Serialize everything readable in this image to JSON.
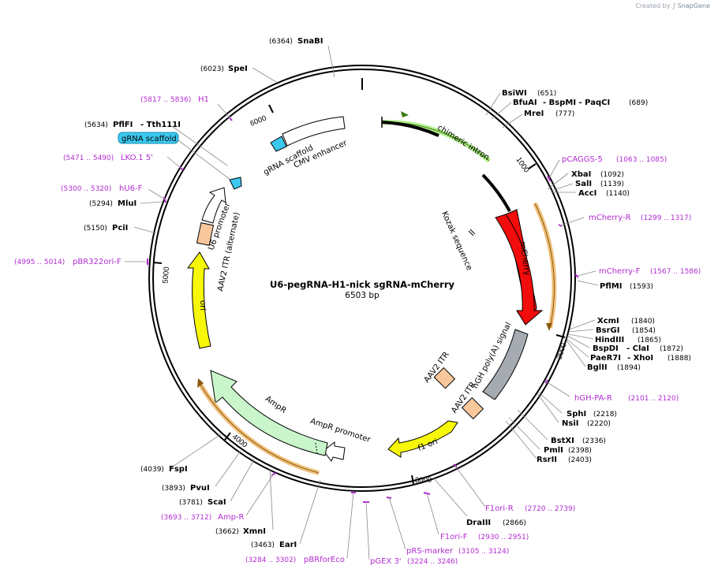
{
  "watermark": {
    "prefix": "Created by",
    "brand": "SnapGene"
  },
  "title": "U6-pegRNA-H1-nick sgRNA-mCherry",
  "size_label": "6503 bp",
  "ruler_ticks": [
    "1000",
    "2000",
    "3000",
    "4000",
    "5000",
    "6000"
  ],
  "sites_right": [
    {
      "name": "BsiWI",
      "pos": "(651)"
    },
    {
      "name": "BfuAI",
      "extra": "- BspMI - PaqCI",
      "pos": "(689)"
    },
    {
      "name": "MreI",
      "pos": "(777)"
    },
    {
      "name": "XbaI",
      "pos": "(1092)"
    },
    {
      "name": "SalI",
      "pos": "(1139)"
    },
    {
      "name": "AccI",
      "pos": "(1140)"
    },
    {
      "name": "PflMI",
      "pos": "(1593)"
    },
    {
      "name": "XcmI",
      "pos": "(1840)"
    },
    {
      "name": "BsrGI",
      "pos": "(1854)"
    },
    {
      "name": "HindIII",
      "pos": "(1865)"
    },
    {
      "name": "BspDI",
      "extra": "- ClaI",
      "pos": "(1872)"
    },
    {
      "name": "PaeR7I",
      "extra": "- XhoI",
      "pos": "(1888)"
    },
    {
      "name": "BglII",
      "pos": "(1894)"
    },
    {
      "name": "SphI",
      "pos": "(2218)"
    },
    {
      "name": "NsiI",
      "pos": "(2220)"
    },
    {
      "name": "BstXI",
      "pos": "(2336)"
    },
    {
      "name": "PmlI",
      "pos": "(2398)"
    },
    {
      "name": "RsrII",
      "pos": "(2403)"
    },
    {
      "name": "DraIII",
      "pos": "(2866)"
    }
  ],
  "sites_left": [
    {
      "name": "SnaBI",
      "pos": "(6364)"
    },
    {
      "name": "SpeI",
      "pos": "(6023)"
    },
    {
      "name": "PflFI",
      "extra": "- Tth111I",
      "pos": "(5634)"
    },
    {
      "name": "MluI",
      "pos": "(5294)"
    },
    {
      "name": "PciI",
      "pos": "(5150)"
    },
    {
      "name": "FspI",
      "pos": "(4039)"
    },
    {
      "name": "PvuI",
      "pos": "(3893)"
    },
    {
      "name": "ScaI",
      "pos": "(3781)"
    },
    {
      "name": "XmnI",
      "pos": "(3662)"
    },
    {
      "name": "EarI",
      "pos": "(3463)"
    }
  ],
  "primers": [
    {
      "name": "pCAGGS-5",
      "pos": "(1063 .. 1085)"
    },
    {
      "name": "mCherry-R",
      "pos": "(1299 .. 1317)"
    },
    {
      "name": "mCherry-F",
      "pos": "(1567 .. 1586)"
    },
    {
      "name": "hGH-PA-R",
      "pos": "(2101 .. 2120)"
    },
    {
      "name": "F1ori-R",
      "pos": "(2720 .. 2739)"
    },
    {
      "name": "F1ori-F",
      "pos": "(2930 .. 2951)"
    },
    {
      "name": "pRS-marker",
      "pos": "(3105 .. 3124)"
    },
    {
      "name": "pGEX 3'",
      "pos": "(3224 .. 3246)"
    },
    {
      "name": "pBRforEco",
      "pos": "(3284 .. 3302)"
    },
    {
      "name": "Amp-R",
      "pos": "(3693 .. 3712)"
    },
    {
      "name": "pBR322ori-F",
      "pos": "(4995 .. 5014)"
    },
    {
      "name": "hU6-F",
      "pos": "(5300 .. 5320)"
    },
    {
      "name": "LKO.1 5'",
      "pos": "(5471 .. 5490)"
    },
    {
      "name": "H1",
      "pos": "(5817 .. 5836)"
    }
  ],
  "features": {
    "chimeric_intron": "chimeric intron",
    "kozak": "Kozak sequence",
    "mcherry": "mCherry",
    "hgh": "hGH poly(A) signal",
    "aav2_itr_1": "AAV2 ITR",
    "aav2_itr_2": "AAV2 ITR",
    "f1_ori": "f1 ori",
    "ampr_promoter": "AmpR promoter",
    "ampr": "AmpR",
    "ori": "ori",
    "aav2_itr_alt": "AAV2 ITR (alternate)",
    "u6_promoter": "U6 promoter",
    "grna_scaffold_1": "gRNA scaffold",
    "grna_scaffold_2": "gRNA scaffold",
    "cmv_enhancer": "CMV enhancer"
  },
  "colors": {
    "mcherry": "#f20c0c",
    "hgh": "#a5abb1",
    "aav2_itr": "#f9c79c",
    "f1_ori": "#f7f70a",
    "ori": "#f7f70a",
    "ampr": "#c9f5cb",
    "grna_scaffold": "#3bc8ef",
    "chimeric_intron_glow": "#a6ed78",
    "cds_glow": "#f1c27d",
    "primer": "#b32bd1"
  }
}
